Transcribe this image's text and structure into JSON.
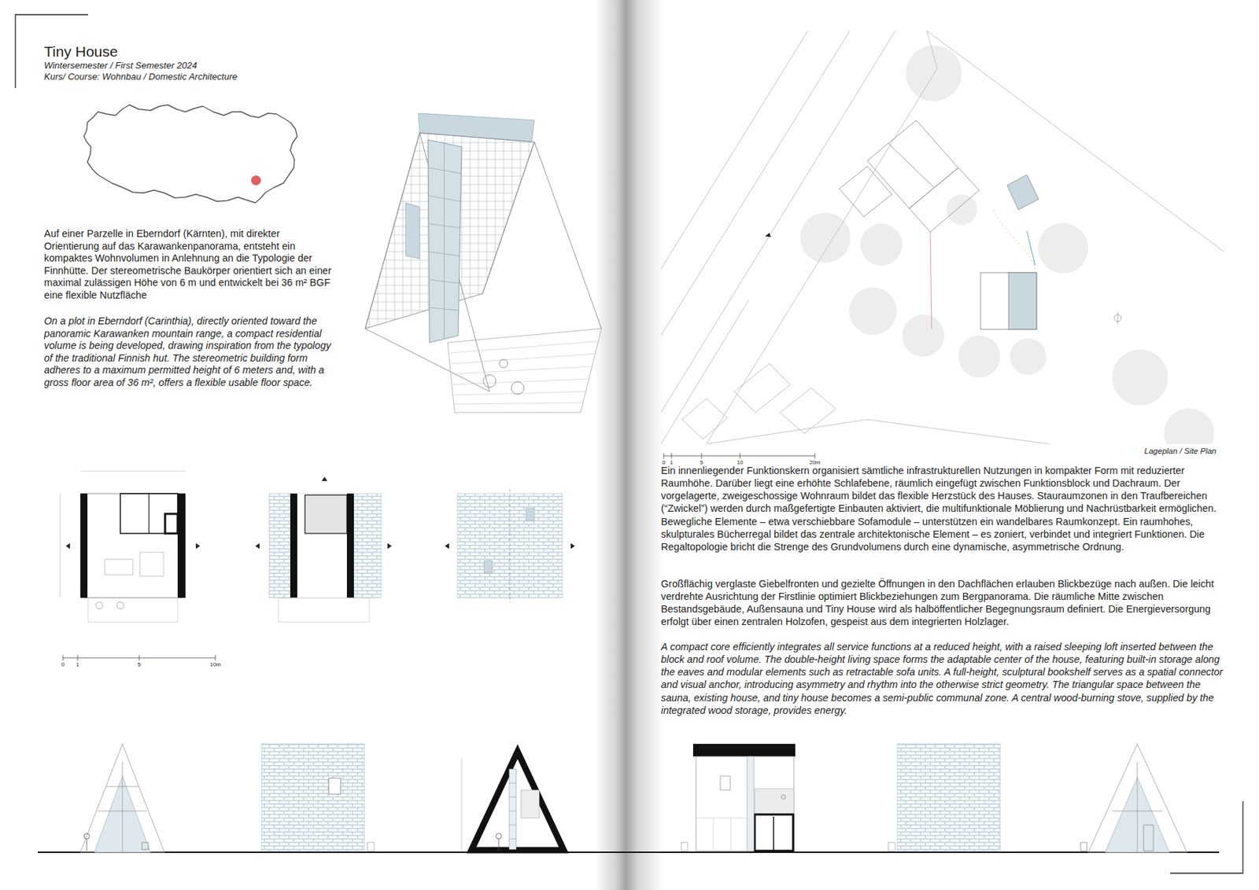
{
  "diagram": {
    "title": "Tiny House",
    "labels": [
      "Wintersemester / First Semester 2024",
      "Kurs/ Course: Wohnbau / Domestic Architecture",
      "Auf einer Parzelle in Eberndorf (Kärnten), mit direkter Orientierung auf das Karawankenpanorama, entsteht ein kompaktes Wohnvolumen in Anlehnung an die Typologie der Finnhütte. Der stereometrische Baukörper orientiert sich an einer maximal zulässigen Höhe von 6 m und entwickelt bei 36 m² BGF eine flexible Nutzfläche",
      "On a plot in Eberndorf (Carinthia), directly oriented toward the panoramic Karawanken mountain range, a compact residential volume is being developed, drawing inspiration from the typology of the traditional Finnish hut. The stereometric building form adheres to a maximum permitted height of 6 meters and, with a gross floor area of 36 m², offers a flexible usable floor space.",
      "0",
      "1",
      "5",
      "10m",
      "Lageplan / Site Plan",
      "0",
      "1",
      "5",
      "10",
      "20m",
      "Ein innenliegender Funktionskern organisiert sämtliche infrastrukturellen Nutzungen in kompakter Form mit reduzierter Raumhöhe. Darüber liegt eine erhöhte Schlafebene, räumlich eingefügt zwischen Funktionsblock und Dachraum. Der vorgelagerte, zweigeschossige Wohnraum bildet das flexible Herzstück des Hauses. Stauraumzonen in den Traufbereichen (“Zwickel”) werden durch maßgefertigte Einbauten aktiviert, die multifunktionale Möblierung und Nachrüstbarkeit ermöglichen. Bewegliche Elemente – etwa verschiebbare Sofamodule – unterstützen ein wandelbares Raumkonzept. Ein raumhohes, skulpturales Bücherregal bildet das zentrale architektonische Element – es zoniert, verbindet und integriert Funktionen. Die Regaltopologie bricht die Strenge des Grundvolumens durch eine dynamische, asymmetrische Ordnung.",
      "Großflächig verglaste Giebelfronten und gezielte Öffnungen in den Dachflächen erlauben Blickbezüge nach außen. Die leicht verdrehte Ausrichtung der Firstlinie optimiert Blickbeziehungen zum Bergpanorama. Die räumliche Mitte zwischen Bestandsgebäude, Außensauna und Tiny House wird als halböffentlicher Begegnungsraum definiert. Die Energieversorgung erfolgt über einen zentralen Holzofen, gespeist aus dem integrierten Holzlager.",
      "A compact core efficiently integrates all service functions at a reduced height, with a raised sleeping loft inserted between the block and roof volume. The double-height living space forms the adaptable center of the house, featuring built-in storage along the eaves and modular elements such as retractable sofa units. A full-height, sculptural bookshelf serves as a spatial connector and visual anchor, introducing asymmetry and rhythm into the otherwise strict geometry. The triangular space between the sauna, existing house, and tiny house becomes a semi-public communal zone. A central wood-burning stove, supplied by the integrated wood storage, provides energy."
    ]
  }
}
